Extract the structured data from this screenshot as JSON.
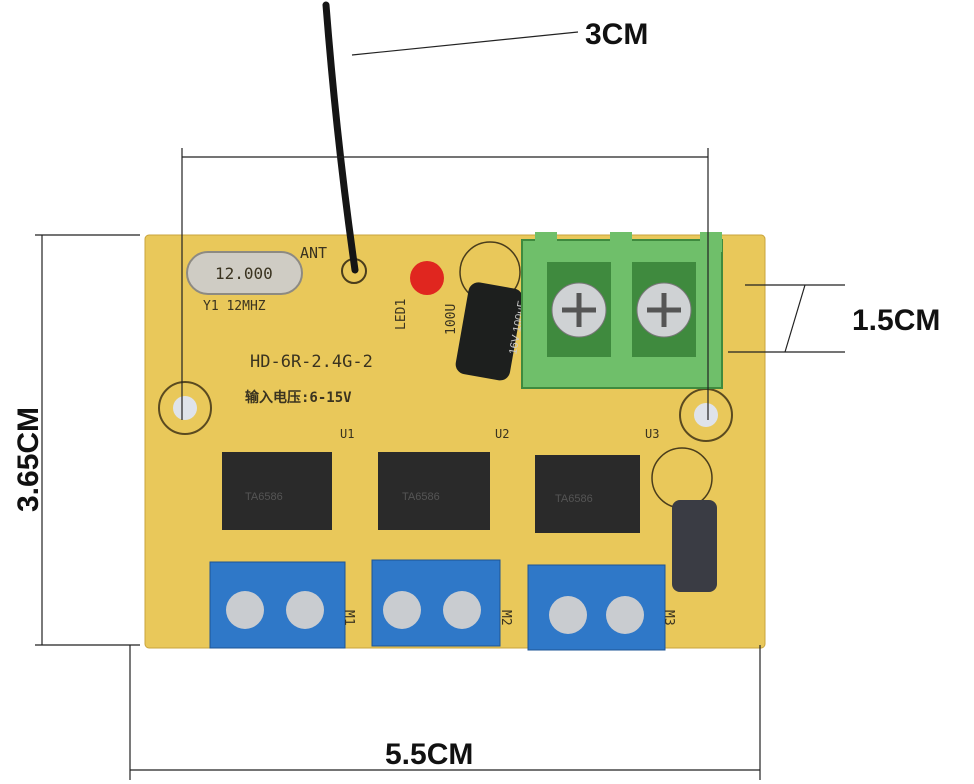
{
  "dimensions": {
    "antenna_length": "3CM",
    "terminal_height": "1.5CM",
    "board_height": "3.65CM",
    "board_width": "5.5CM"
  },
  "board": {
    "model": "HD-6R-2.4G-2",
    "input_voltage": "输入电压:6-15V",
    "antenna_label": "ANT",
    "led_label": "LED1",
    "crystal_marking": "12.000",
    "crystal_label": "Y1 12MHZ",
    "capacitor_label": "100U",
    "capacitor_marking": "16V 100μF",
    "chips": [
      {
        "ref": "U1",
        "marking": "TA6586"
      },
      {
        "ref": "U2",
        "marking": "TA6586"
      },
      {
        "ref": "U3",
        "marking": "TA6586"
      }
    ],
    "motor_outputs": [
      "M1",
      "M2",
      "M3"
    ]
  },
  "colors": {
    "pcb": "#e9c85a",
    "power_terminal": "#6fbf6a",
    "motor_terminal": "#2f78c8",
    "led": "#e0261f"
  }
}
